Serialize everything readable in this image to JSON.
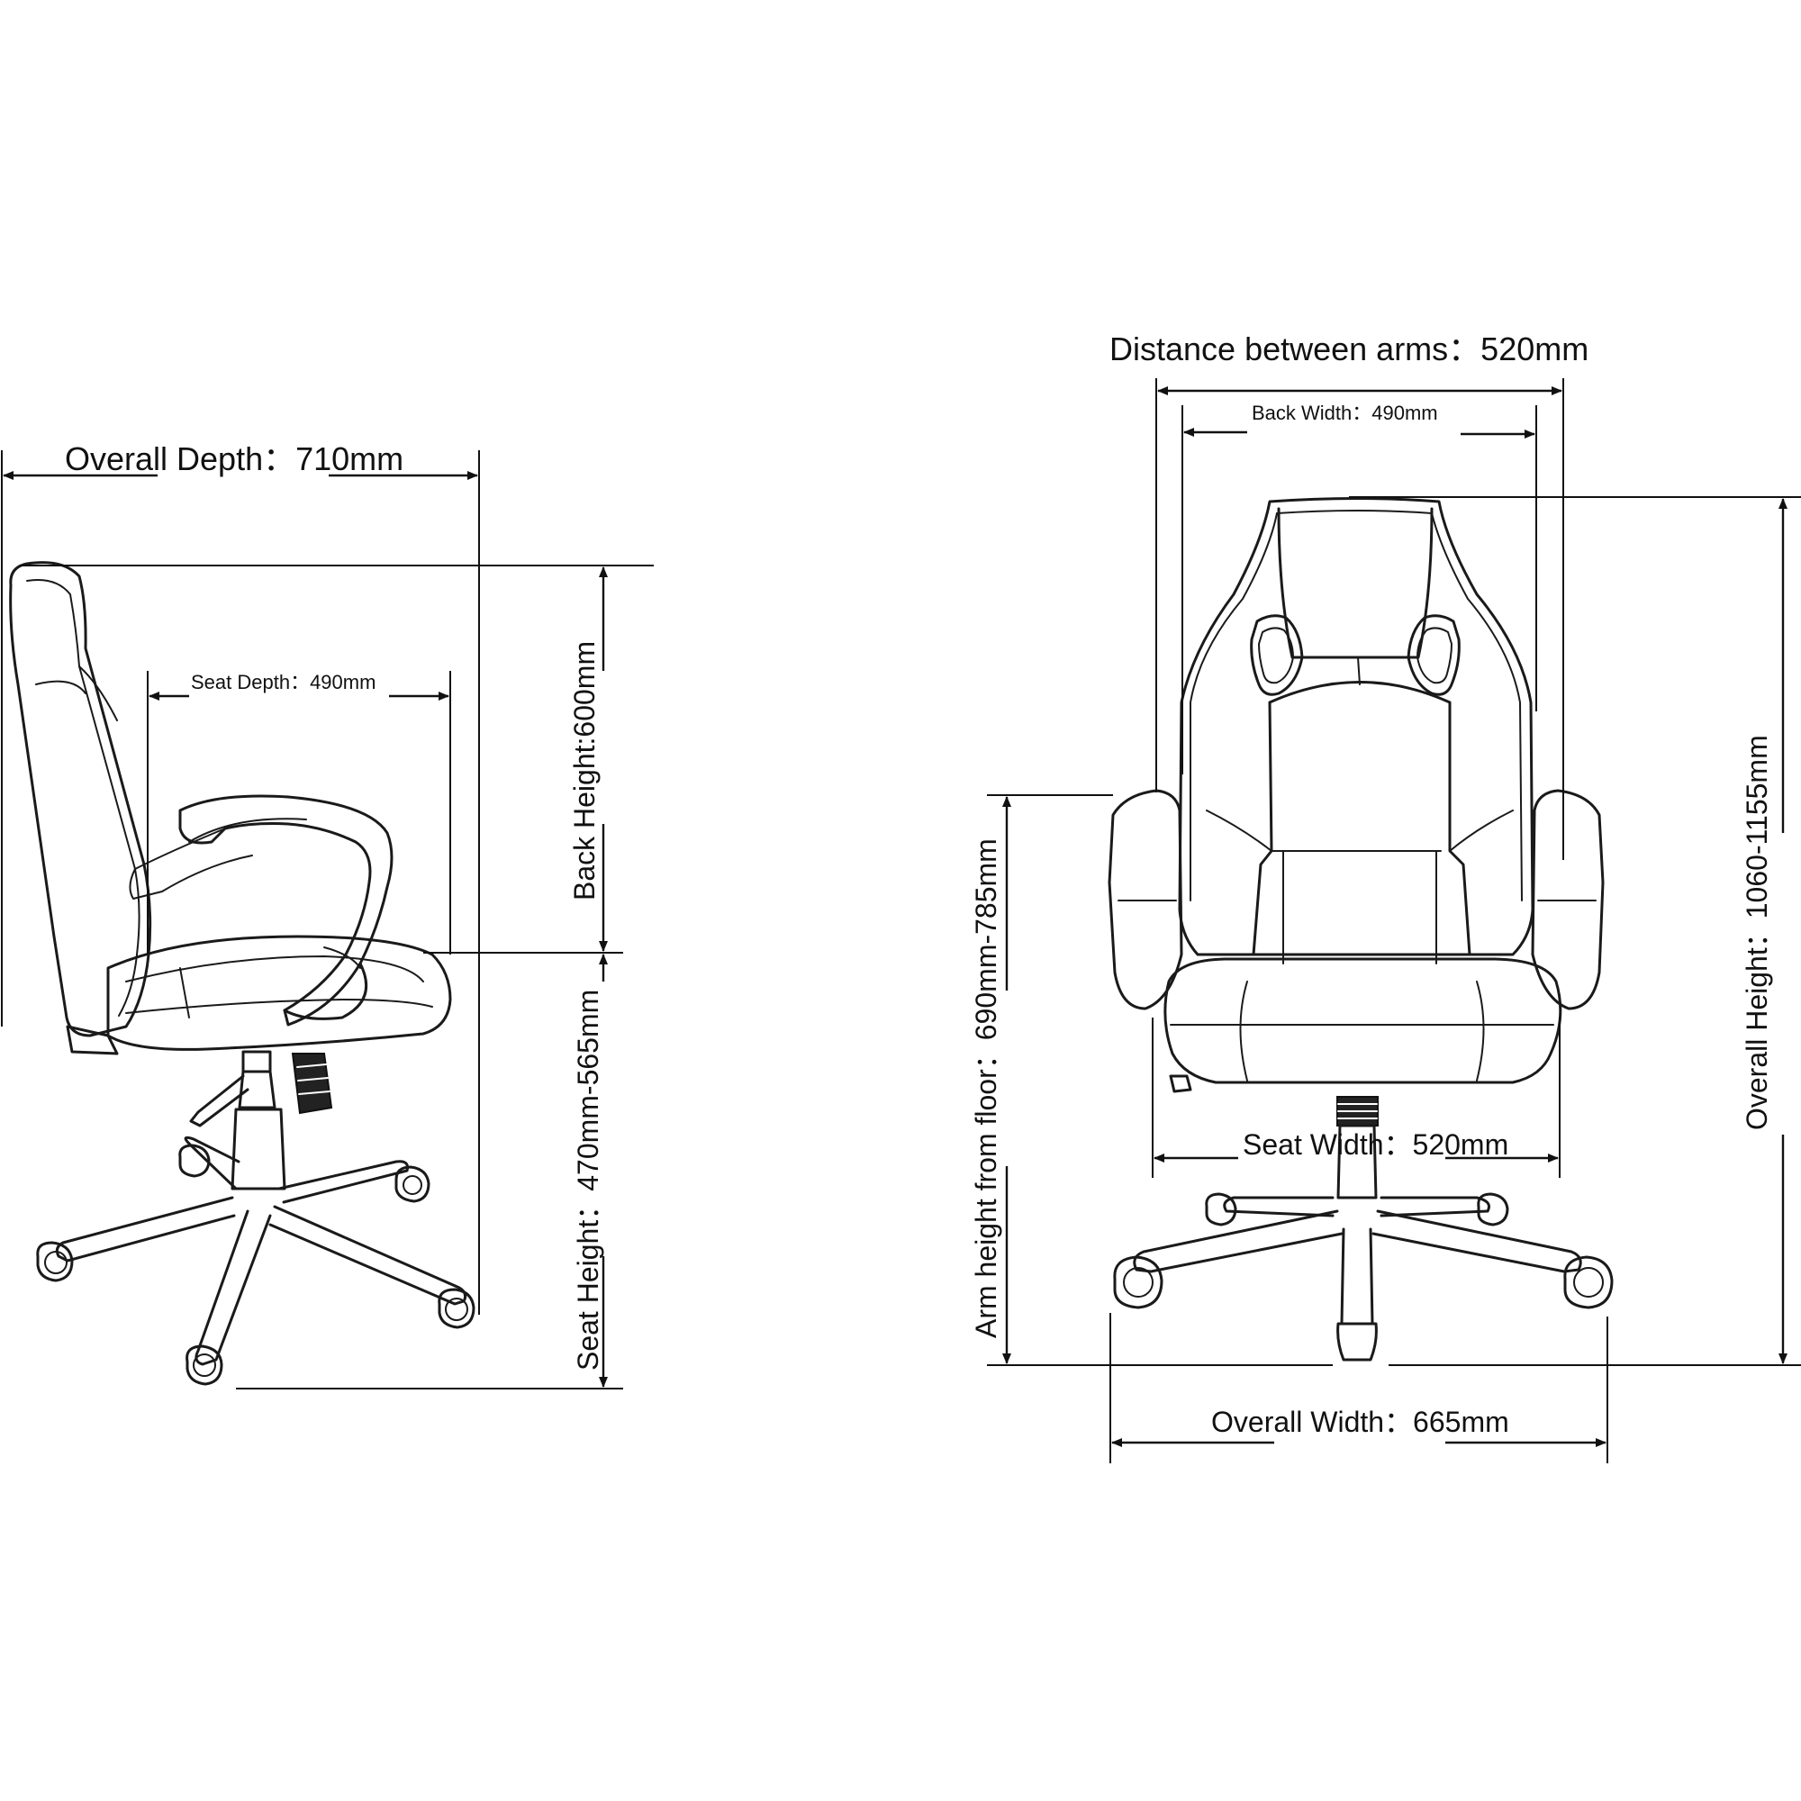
{
  "side_view": {
    "overall_depth": "Overall Depth：710mm",
    "seat_depth": "Seat Depth：490mm",
    "back_height": "Back Height:600mm",
    "seat_height": "Seat Height：470mm-565mm"
  },
  "front_view": {
    "distance_between_arms": "Distance between arms：520mm",
    "back_width": "Back Width：490mm",
    "seat_width": "Seat Width：520mm",
    "overall_width": "Overall Width：665mm",
    "arm_height": "Arm height from floor：690mm-785mm",
    "overall_height": "Overall Height：1060-1155mm"
  }
}
